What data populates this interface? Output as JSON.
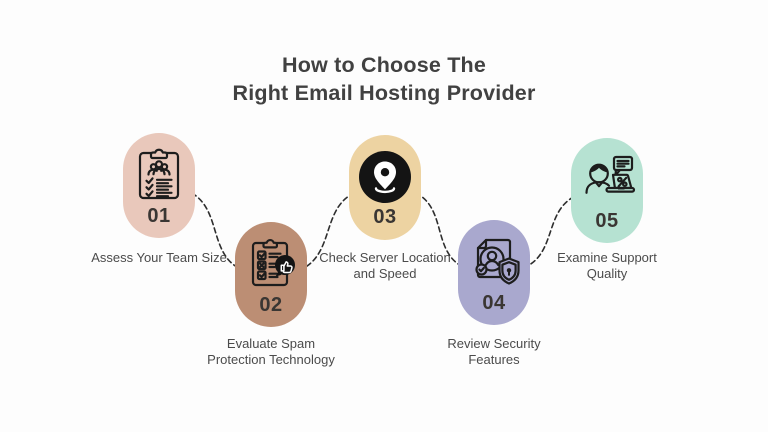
{
  "title": {
    "line1": "How to Choose The",
    "line2": "Right Email Hosting Provider"
  },
  "steps": [
    {
      "number": "01",
      "label_lines": [
        "Assess Your Team Size"
      ],
      "color": "#e9c8bb",
      "icon": "team-checklist-icon"
    },
    {
      "number": "02",
      "label_lines": [
        "Evaluate Spam",
        "Protection Technology"
      ],
      "color": "#bc8e74",
      "icon": "spam-checklist-thumb-icon"
    },
    {
      "number": "03",
      "label_lines": [
        "Check Server Location",
        "and Speed"
      ],
      "color": "#edd3a2",
      "icon": "location-pin-icon"
    },
    {
      "number": "04",
      "label_lines": [
        "Review Security",
        "Features"
      ],
      "color": "#a9a8ce",
      "icon": "document-security-shield-icon"
    },
    {
      "number": "05",
      "label_lines": [
        "Examine Support",
        "Quality"
      ],
      "color": "#b6e2d2",
      "icon": "support-agent-laptop-icon"
    }
  ],
  "colors": {
    "background": "#fdfdfd",
    "title_text": "#414141",
    "label_text": "#4b4b4b",
    "number_text": "#3a3633",
    "connector": "#2e2e2e",
    "icon_stroke": "#1d1d1d",
    "icon_fill_dark": "#141414",
    "icon_fill_light": "#ffffff"
  },
  "connector": {
    "style": "dashed-wave"
  }
}
